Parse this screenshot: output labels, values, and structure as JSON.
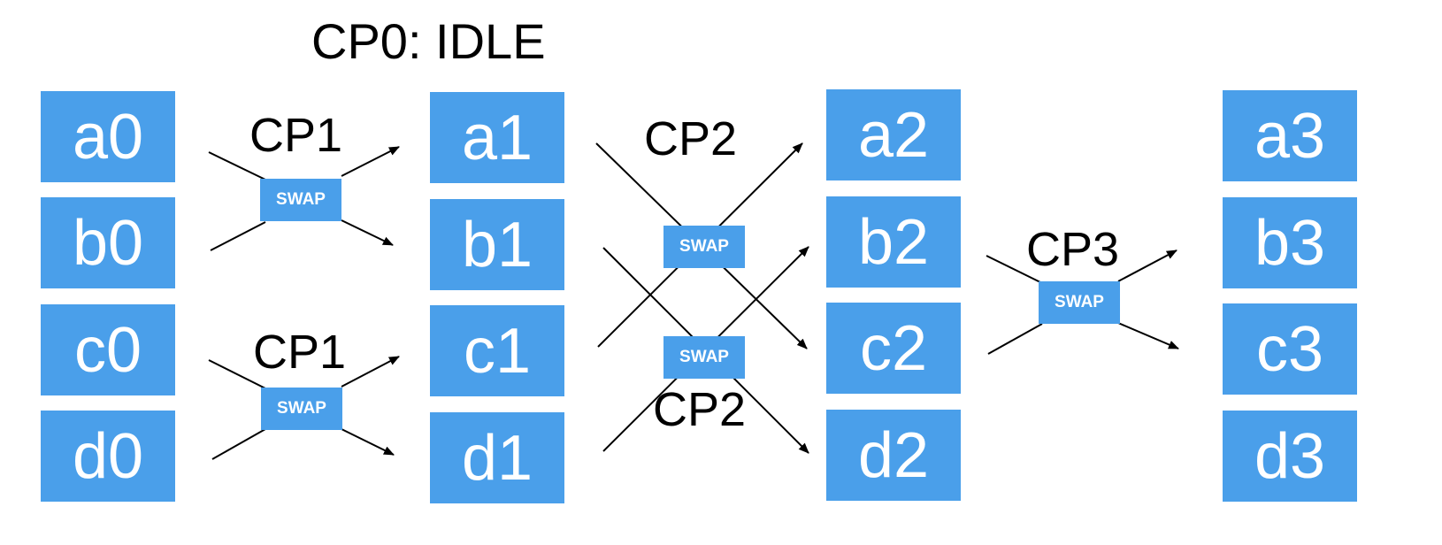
{
  "title": "CP0: IDLE",
  "stages": [
    {
      "cells": [
        "a0",
        "b0",
        "c0",
        "d0"
      ]
    },
    {
      "cells": [
        "a1",
        "b1",
        "c1",
        "d1"
      ]
    },
    {
      "cells": [
        "a2",
        "b2",
        "c2",
        "d2"
      ]
    },
    {
      "cells": [
        "a3",
        "b3",
        "c3",
        "d3"
      ]
    }
  ],
  "swap_label": "SWAP",
  "cp_labels": {
    "cp1_top": "CP1",
    "cp1_bottom": "CP1",
    "cp2_top": "CP2",
    "cp2_bottom": "CP2",
    "cp3": "CP3"
  },
  "colors": {
    "box": "#4a9fea",
    "text_on_box": "#ffffff",
    "line": "#000000"
  }
}
